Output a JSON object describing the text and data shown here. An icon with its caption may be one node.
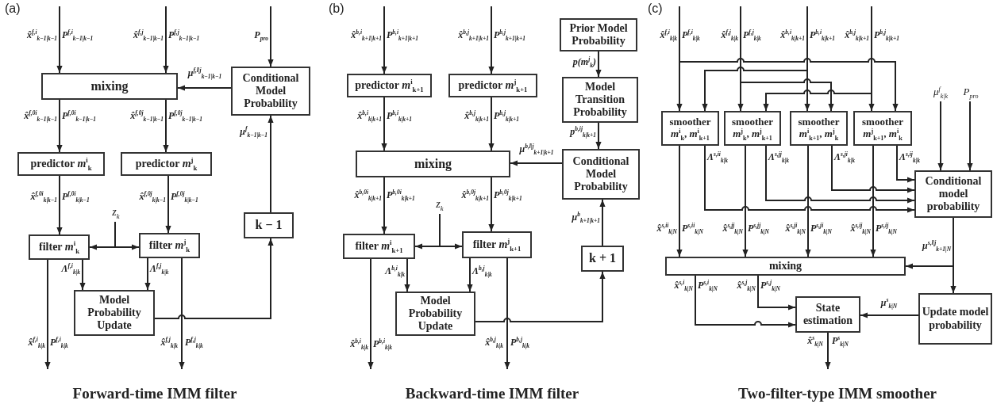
{
  "diagram": {
    "nodes": [
      {
        "text": [
          "mixing"
        ]
      },
      {
        "text": [
          "Conditional Model Probability"
        ]
      },
      {
        "text": [
          "predictor *m*$^{i}$$_{k}$"
        ]
      },
      {
        "text": [
          "predictor *m*$^{j}$$_{k}$"
        ]
      },
      {
        "text": [
          "filter *m*$^{i}$$_{k}$"
        ]
      },
      {
        "text": [
          "filter *m*$^{j}$$_{k}$"
        ]
      },
      {
        "text": [
          "Model Probability Update"
        ]
      },
      {
        "text": [
          "k − 1"
        ]
      },
      {
        "text": [
          "z$_{k}$"
        ]
      },
      {
        "text": [
          "Prior Model Probability"
        ]
      },
      {
        "text": [
          "predictor *m*$^{i}$$_{k+1}$"
        ]
      },
      {
        "text": [
          "predictor *m*$^{j}$$_{k+1}$"
        ]
      },
      {
        "text": [
          "Model Transition Probability"
        ]
      },
      {
        "text": [
          "mixing"
        ]
      },
      {
        "text": [
          "Conditional Model Probability"
        ]
      },
      {
        "text": [
          "z$_{k}$"
        ]
      },
      {
        "text": [
          "filter *m*$^{i}$$_{k+1}$"
        ]
      },
      {
        "text": [
          "filter *m*$^{j}$$_{k+1}$"
        ]
      },
      {
        "text": [
          "k + 1"
        ]
      },
      {
        "text": [
          "Model Probability Update"
        ]
      },
      {
        "text": [
          "smoother",
          "*m*$^{i}$$_{k}$, *m*$^{i}$$_{k+1}$"
        ]
      },
      {
        "text": [
          "smoother",
          "*m*$^{j}$$_{k}$, *m*$^{j}$$_{k+1}$"
        ]
      },
      {
        "text": [
          "smoother",
          "*m*$^{i}$$_{k+1}$, *m*$^{j}$$_{k}$"
        ]
      },
      {
        "text": [
          "smoother",
          "*m*$^{j}$$_{k+1}$, *m*$^{i}$$_{k}$"
        ]
      },
      {
        "text": [
          "Conditional model probability"
        ]
      },
      {
        "text": [
          "mixing"
        ]
      },
      {
        "text": [
          "Update model probability"
        ]
      },
      {
        "text": [
          "State estimation"
        ]
      },
      {
        "text": [
          "μ$^{f}$$_{k|k}$"
        ]
      },
      {
        "text": [
          "P$_{pro}$"
        ]
      }
    ],
    "edges": [
      {
        "from": null,
        "to": 0,
        "arrow": "to"
      },
      {
        "from": null,
        "to": 0,
        "arrow": "to"
      },
      {
        "from": null,
        "to": 1,
        "arrow": "to"
      },
      {
        "from": 1,
        "to": 0,
        "arrow": "to"
      },
      {
        "from": 0,
        "to": 2,
        "arrow": "to"
      },
      {
        "from": 0,
        "to": 3,
        "arrow": "to"
      },
      {
        "from": 2,
        "to": 4,
        "arrow": "to"
      },
      {
        "from": 3,
        "to": 5,
        "arrow": "to"
      },
      {
        "from": 8,
        "to": 4,
        "arrow": "to"
      },
      {
        "from": 8,
        "to": 5,
        "arrow": "to"
      },
      {
        "from": 4,
        "to": 6,
        "arrow": "to"
      },
      {
        "from": 5,
        "to": 6,
        "arrow": "to"
      },
      {
        "from": 4,
        "to": null,
        "arrow": "to"
      },
      {
        "from": 5,
        "to": null,
        "arrow": "to"
      },
      {
        "from": 6,
        "to": 7,
        "arrow": "to"
      },
      {
        "from": 7,
        "to": 1,
        "arrow": "to"
      },
      {
        "from": null,
        "to": 10,
        "arrow": "to"
      },
      {
        "from": null,
        "to": 11,
        "arrow": "to"
      },
      {
        "from": 9,
        "to": 12,
        "arrow": "to"
      },
      {
        "from": 12,
        "to": 14,
        "arrow": "to"
      },
      {
        "from": 14,
        "to": 13,
        "arrow": "to"
      },
      {
        "from": 10,
        "to": 13,
        "arrow": "to"
      },
      {
        "from": 11,
        "to": 13,
        "arrow": "to"
      },
      {
        "from": 13,
        "to": 16,
        "arrow": "to"
      },
      {
        "from": 13,
        "to": 17,
        "arrow": "to"
      },
      {
        "from": 15,
        "to": 16,
        "arrow": "to"
      },
      {
        "from": 15,
        "to": 17,
        "arrow": "to"
      },
      {
        "from": 16,
        "to": 19,
        "arrow": "to"
      },
      {
        "from": 17,
        "to": 19,
        "arrow": "to"
      },
      {
        "from": 16,
        "to": null,
        "arrow": "to"
      },
      {
        "from": 17,
        "to": null,
        "arrow": "to"
      },
      {
        "from": 19,
        "to": 18,
        "arrow": "to"
      },
      {
        "from": 18,
        "to": 14,
        "arrow": "to"
      },
      {
        "from": null,
        "to": 20,
        "arrow": "to"
      },
      {
        "from": null,
        "to": 23,
        "arrow": "to"
      },
      {
        "from": null,
        "to": 21,
        "arrow": "to"
      },
      {
        "from": null,
        "to": 22,
        "arrow": "to"
      },
      {
        "from": null,
        "to": 22,
        "arrow": "to"
      },
      {
        "from": null,
        "to": 20,
        "arrow": "to"
      },
      {
        "from": null,
        "to": 23,
        "arrow": "to"
      },
      {
        "from": null,
        "to": 21,
        "arrow": "to"
      },
      {
        "from": 28,
        "to": 24,
        "arrow": "to"
      },
      {
        "from": 29,
        "to": 24,
        "arrow": "to"
      },
      {
        "from": 20,
        "to": 25,
        "arrow": "to"
      },
      {
        "from": 20,
        "to": 24,
        "arrow": "to"
      },
      {
        "from": 21,
        "to": 25,
        "arrow": "to"
      },
      {
        "from": 21,
        "to": 24,
        "arrow": "to"
      },
      {
        "from": 22,
        "to": 25,
        "arrow": "to"
      },
      {
        "from": 22,
        "to": 24,
        "arrow": "to"
      },
      {
        "from": 23,
        "to": 25,
        "arrow": "to"
      },
      {
        "from": 23,
        "to": 24,
        "arrow": "to"
      },
      {
        "from": 24,
        "to": 25,
        "arrow": "to"
      },
      {
        "from": 24,
        "to": 26,
        "arrow": "to"
      },
      {
        "from": 25,
        "to": 27,
        "arrow": "to"
      },
      {
        "from": 25,
        "to": 27,
        "arrow": "to"
      },
      {
        "from": 26,
        "to": 27,
        "arrow": "to"
      },
      {
        "from": 27,
        "to": null,
        "arrow": "to"
      }
    ],
    "labels": [
      "(a)",
      "x̂$^{f,i}$$_{k−1|k−1}$",
      "P$^{f,i}$$_{k−1|k−1}$",
      "x̂$^{f,j}$$_{k−1|k−1}$",
      "P$^{f,j}$$_{k−1|k−1}$",
      "P$_{pro}$",
      "μ$^{f,l|j}$$_{k−1|k−1}$",
      "x̂$^{f,0i}$$_{k−1|k−1}$",
      "P$^{f,0i}$$_{k−1|k−1}$",
      "x̂$^{f,0j}$$_{k−1|k−1}$",
      "P$^{f,0j}$$_{k−1|k−1}$",
      "μ$^{f}$$_{k−1|k−1}$",
      "x̂$^{f,0i}$$_{k|k−1}$",
      "P$^{f,0i}$$_{k|k−1}$",
      "x̂$^{f,0j}$$_{k|k−1}$",
      "P$^{f,0j}$$_{k|k−1}$",
      "Λ$^{f,i}$$_{k|k}$",
      "Λ$^{f,j}$$_{k|k}$",
      "x̂$^{f,i}$$_{k|k}$",
      "P$^{f,i}$$_{k|k}$",
      "x̂$^{f,j}$$_{k|k}$",
      "P$^{f,j}$$_{k|k}$",
      "Forward-time IMM filter",
      "(b)",
      "x̂$^{b,i}$$_{k+1|k+1}$",
      "P$^{b,i}$$_{k+1|k+1}$",
      "x̂$^{b,j}$$_{k+1|k+1}$",
      "P$^{b,j}$$_{k+1|k+1}$",
      "p(m$^{j}$$_{k}$)",
      "x̂$^{b,i}$$_{k|k+1}$",
      "P$^{b,i}$$_{k|k+1}$",
      "x̂$^{b,j}$$_{k|k+1}$",
      "P$^{b,j}$$_{k|k+1}$",
      "p$^{b,ij}$$_{k|k+1}$",
      "μ$^{b,l|j}$$_{k+1|k+1}$",
      "x̂$^{b,0i}$$_{k|k+1}$",
      "P$^{b,0i}$$_{k|k+1}$",
      "x̂$^{b,0j}$$_{k|k+1}$",
      "P$^{b,0j}$$_{k|k+1}$",
      "μ$^{b}$$_{k+1|k+1}$",
      "Λ$^{b,i}$$_{k|k}$",
      "Λ$^{b,j}$$_{k|k}$",
      "x̂$^{b,i}$$_{k|k}$",
      "P$^{b,i}$$_{k|k}$",
      "x̂$^{b,j}$$_{k|k}$",
      "P$^{b,j}$$_{k|k}$",
      "Backward-time IMM filter",
      "(c)",
      "x̂$^{f,i}$$_{k|k}$",
      "P$^{f,i}$$_{k|k}$",
      "x̂$^{f,j}$$_{k|k}$",
      "P$^{f,j}$$_{k|k}$",
      "x̂$^{b,i}$$_{k|k+1}$",
      "P$^{b,i}$$_{k|k+1}$",
      "x̂$^{b,j}$$_{k|k+1}$",
      "P$^{b,j}$$_{k|k+1}$",
      "Λ$^{s,ii}$$_{k|k}$",
      "Λ$^{s,jj}$$_{k|k}$",
      "Λ$^{s,ji}$$_{k|k}$",
      "Λ$^{s,ij}$$_{k|k}$",
      "x̂$^{s,ii}$$_{k|N}$",
      "P$^{s,ii}$$_{k|N}$",
      "x̂$^{s,jj}$$_{k|N}$",
      "P$^{s,jj}$$_{k|N}$",
      "x̂$^{s,ji}$$_{k|N}$",
      "P$^{s,ji}$$_{k|N}$",
      "x̂$^{s,ij}$$_{k|N}$",
      "P$^{s,ij}$$_{k|N}$",
      "μ$^{s,l|j}$$_{k+1|N}$",
      "x̂$^{s,i}$$_{k|N}$",
      "P$^{s,i}$$_{k|N}$",
      "x̂$^{s,j}$$_{k|N}$",
      "P$^{s,j}$$_{k|N}$",
      "μ$^{s}$$_{k|N}$",
      "x̂$^{s}$$_{k|N}$",
      "P$^{s}$$_{k|N}$",
      "Two-filter-type IMM smoother"
    ]
  }
}
